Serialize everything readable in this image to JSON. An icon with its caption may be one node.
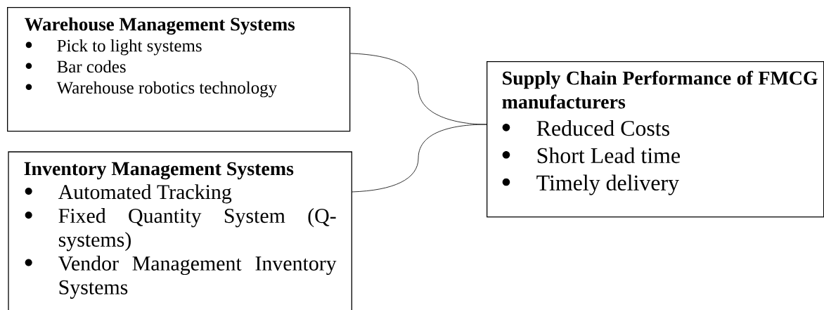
{
  "diagram": {
    "nodes": [
      {
        "text": [
          "Warehouse Management Systems",
          "Pick to light systems",
          "Bar codes",
          "Warehouse robotics technology"
        ]
      },
      {
        "text": [
          "Inventory Management Systems",
          "Automated Tracking",
          "Fixed Quantity System (Q-systems)",
          "Vendor Management Inventory Systems"
        ]
      },
      {
        "text": [
          "Supply Chain Performance of FMCG manufacturers",
          "Reduced Costs",
          "Short Lead time",
          "Timely delivery"
        ]
      }
    ],
    "edges": [
      {
        "from": 0,
        "to": 2,
        "arrow": "none"
      },
      {
        "from": 1,
        "to": 2,
        "arrow": "none"
      }
    ]
  }
}
